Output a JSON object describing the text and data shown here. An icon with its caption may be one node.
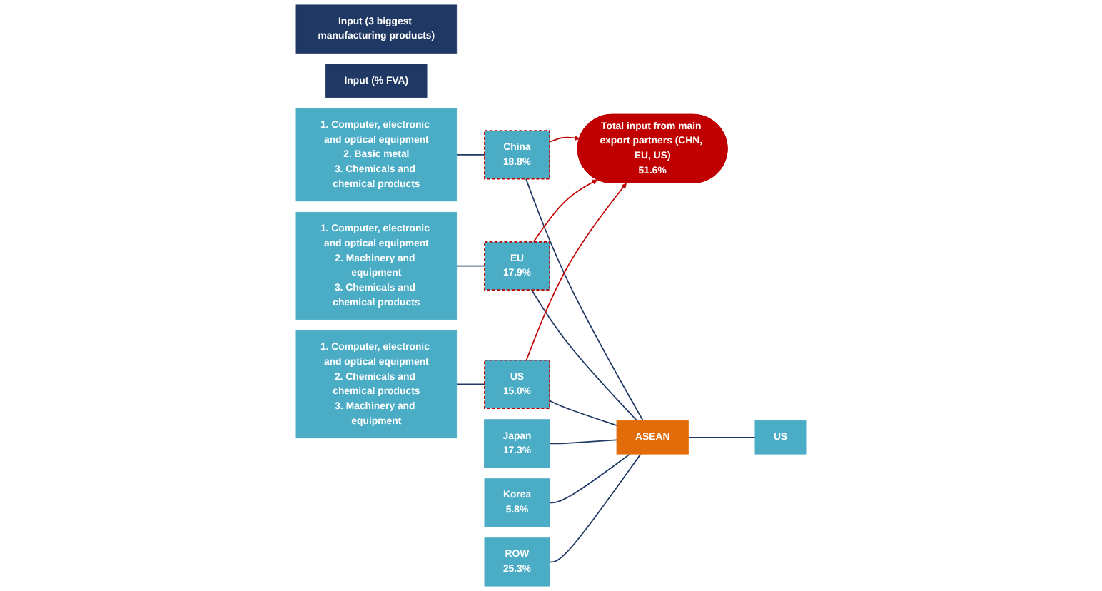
{
  "diagram": {
    "nodes": [
      {
        "text": [
          "Input (3 biggest manufacturing products)"
        ]
      },
      {
        "text": [
          "Input (% FVA)"
        ]
      },
      {
        "text": [
          "1. Computer, electronic and optical equipment",
          "2. Basic metal",
          "3. Chemicals and chemical products"
        ]
      },
      {
        "text": [
          "1. Computer, electronic and optical equipment",
          "2. Machinery and equipment",
          "3. Chemicals and chemical products"
        ]
      },
      {
        "text": [
          "1. Computer, electronic and optical equipment",
          "2. Chemicals and chemical products",
          "3. Machinery and equipment"
        ]
      },
      {
        "text": [
          "China",
          "18.8%"
        ]
      },
      {
        "text": [
          "EU",
          "17.9%"
        ]
      },
      {
        "text": [
          "US",
          "15.0%"
        ]
      },
      {
        "text": [
          "Japan",
          "17.3%"
        ]
      },
      {
        "text": [
          "Korea",
          "5.8%"
        ]
      },
      {
        "text": [
          "ROW",
          "25.3%"
        ]
      },
      {
        "text": [
          "Total input from main export partners (CHN, EU, US)",
          "51.6%"
        ]
      },
      {
        "text": [
          "ASEAN"
        ]
      },
      {
        "text": [
          "US"
        ]
      }
    ],
    "edges": [
      {
        "from": 2,
        "to": 5,
        "arrow": "none"
      },
      {
        "from": 3,
        "to": 6,
        "arrow": "none"
      },
      {
        "from": 4,
        "to": 7,
        "arrow": "none"
      },
      {
        "from": 5,
        "to": 12,
        "arrow": "none"
      },
      {
        "from": 6,
        "to": 12,
        "arrow": "none"
      },
      {
        "from": 7,
        "to": 12,
        "arrow": "none"
      },
      {
        "from": 8,
        "to": 12,
        "arrow": "none"
      },
      {
        "from": 9,
        "to": 12,
        "arrow": "none"
      },
      {
        "from": 10,
        "to": 12,
        "arrow": "none"
      },
      {
        "from": 12,
        "to": 13,
        "arrow": "none"
      },
      {
        "from": 5,
        "to": 11,
        "arrow": "to",
        "color": "#c00000"
      },
      {
        "from": 6,
        "to": 11,
        "arrow": "to",
        "color": "#c00000"
      },
      {
        "from": 7,
        "to": 11,
        "arrow": "to",
        "color": "#c00000"
      }
    ]
  }
}
